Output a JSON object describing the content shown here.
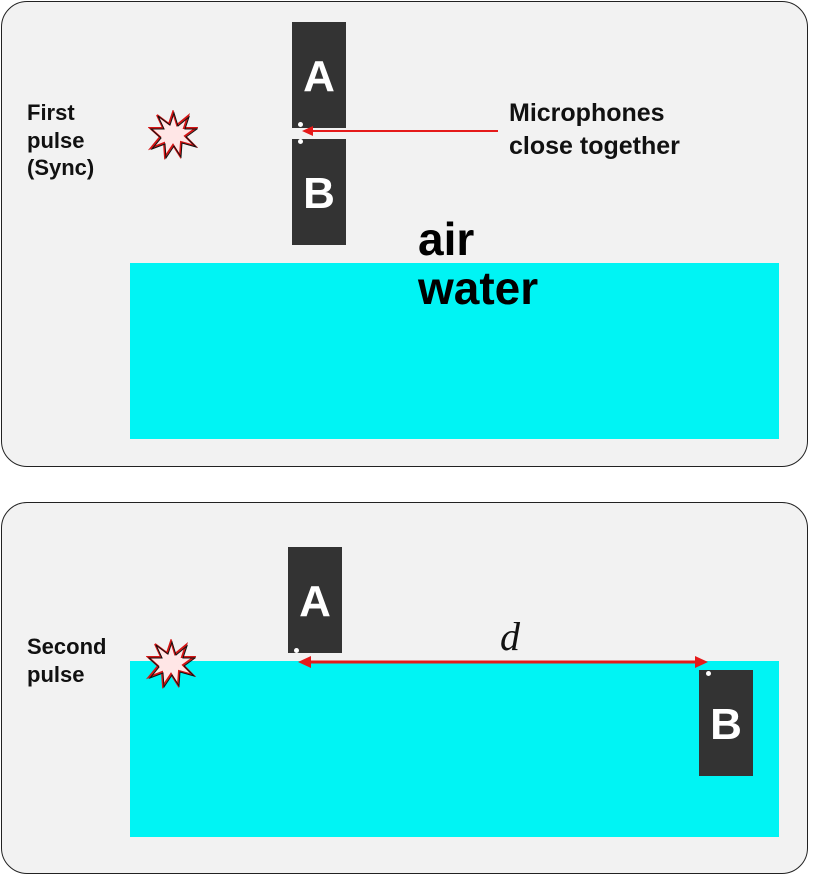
{
  "panel1": {
    "label": "First\npulse\n(Sync)",
    "mic_a": "A",
    "mic_b": "B",
    "callout": "Microphones\nclose together",
    "air_label": "air",
    "water_label": "water"
  },
  "panel2": {
    "label": "Second\npulse",
    "mic_a": "A",
    "mic_b": "B",
    "distance_label": "d"
  },
  "colors": {
    "water": "#00f4f4",
    "mic": "#333333",
    "arrow": "#e51a1a",
    "panel": "#f2f2f2"
  },
  "icons": {
    "pulse": "starburst-icon"
  }
}
